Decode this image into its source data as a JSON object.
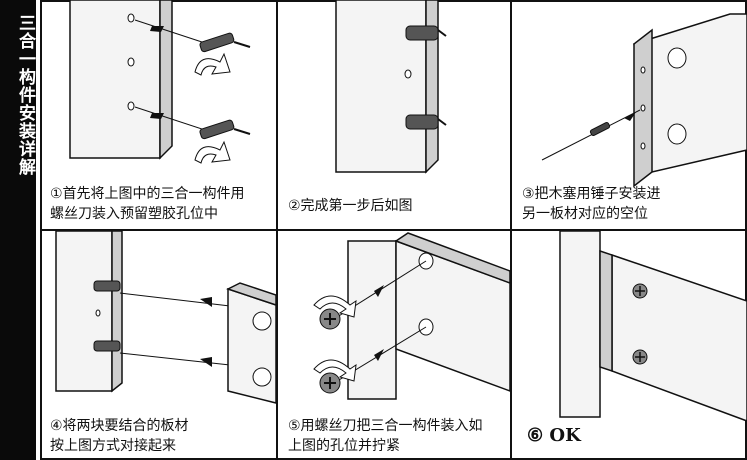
{
  "sidebar": {
    "title": "三合一构件安装详解"
  },
  "steps": [
    {
      "line1": "①首先将上图中的三合一构件用",
      "line2": "螺丝刀装入预留塑胶孔位中"
    },
    {
      "line1": "②完成第一步后如图",
      "line2": ""
    },
    {
      "line1": "③把木塞用锤子安装进",
      "line2": "另一板材对应的空位"
    },
    {
      "line1": "④将两块要结合的板材",
      "line2": "按上图方式对接起来"
    },
    {
      "line1": "⑤用螺丝刀把三合一构件装入如",
      "line2": "上图的孔位并拧紧"
    },
    {
      "line1": "⑥ OK",
      "line2": ""
    }
  ],
  "colors": {
    "sidebar_bg": "#0a0a0a",
    "board_face": "#f2f2f2",
    "board_edge": "#cfcfcf",
    "line": "#111111"
  }
}
